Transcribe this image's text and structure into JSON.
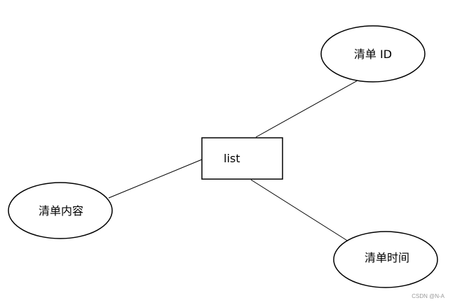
{
  "diagram": {
    "entity": {
      "label": "list"
    },
    "attributes": [
      {
        "label": "清单 ID"
      },
      {
        "label": "清单内容"
      },
      {
        "label": "清单时间"
      }
    ]
  },
  "watermark": {
    "text": "CSDN @N-A"
  },
  "colors": {
    "stroke": "#000000",
    "background": "#ffffff",
    "watermark": "#9a9a9a"
  }
}
